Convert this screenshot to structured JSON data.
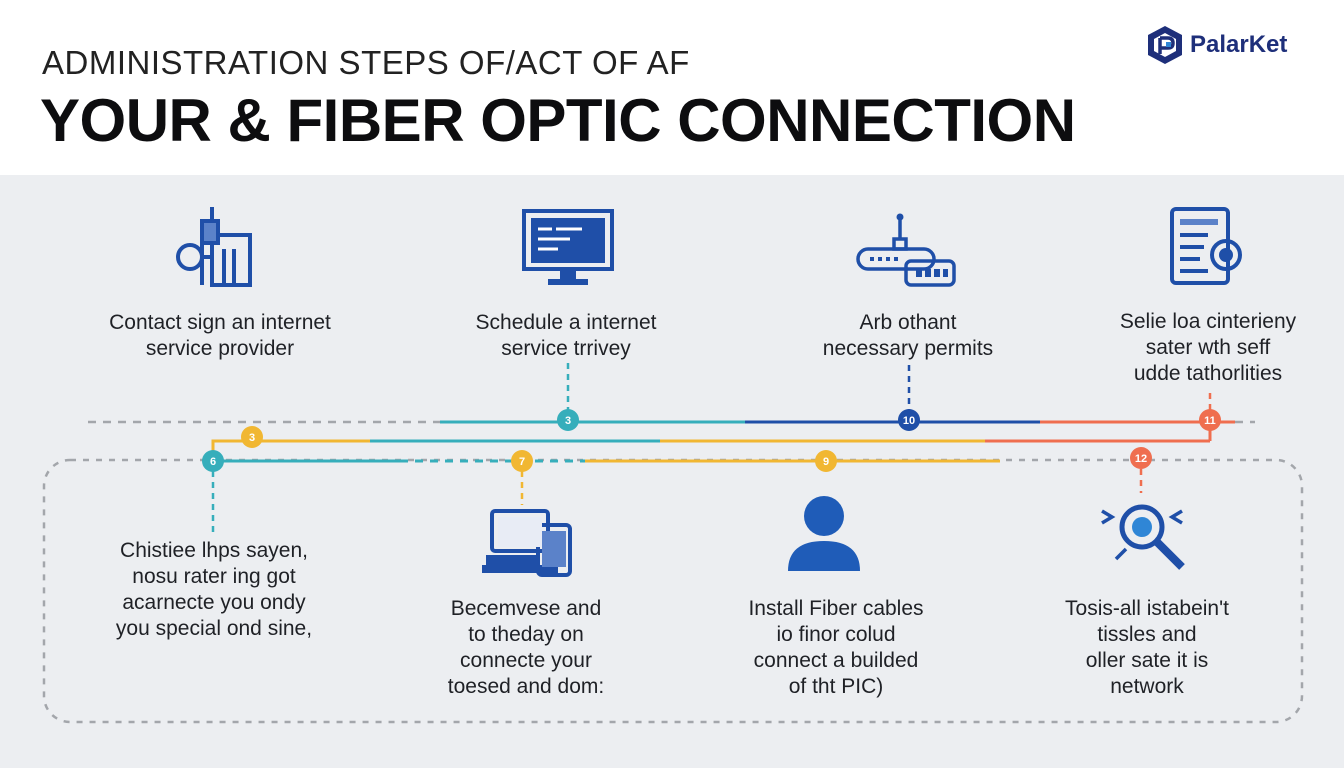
{
  "header": {
    "subtitle": "ADMINISTRATION STEPS OF/ACT OF AF",
    "title": "YOUR & FIBER OPTIC CONNECTION",
    "logo_text": "PalarKet"
  },
  "colors": {
    "blue": "#1f4fa8",
    "teal": "#36aebb",
    "yellow": "#f1b732",
    "orange": "#ef6e4f",
    "gray": "#a3a6ab"
  },
  "steps_top": [
    {
      "icon": "building-icon",
      "label": "Contact sign an internet\nservice provider",
      "node": "3"
    },
    {
      "icon": "monitor-icon",
      "label": "Schedule a internet\nservice trrivey",
      "node": "3"
    },
    {
      "icon": "router-icon",
      "label": "Arb othant\nnecessary permits",
      "node": "10"
    },
    {
      "icon": "document-icon",
      "label": "Selie loa cinterieny\nsater wth seff\nudde tathorlities",
      "node": "11"
    }
  ],
  "steps_bottom": [
    {
      "icon": "",
      "label": "Chistiee lhps sayen,\nnosu rater ing got\nacarnecte you ondy\nyou special ond sine,",
      "node": "6"
    },
    {
      "icon": "laptop-phone-icon",
      "label": "Becemvese and\nto theday on\nconnecte your\ntoesed and dom:",
      "node": "7"
    },
    {
      "icon": "user-icon",
      "label": "Install Fiber cables\nio finor colud\nconnect a builded\nof tht PIC)",
      "node": "9"
    },
    {
      "icon": "magnifier-icon",
      "label": "Tosis-all istabein't\ntissles and\noller sate it is\nnetwork",
      "node": "12"
    }
  ],
  "node_extra": "3"
}
